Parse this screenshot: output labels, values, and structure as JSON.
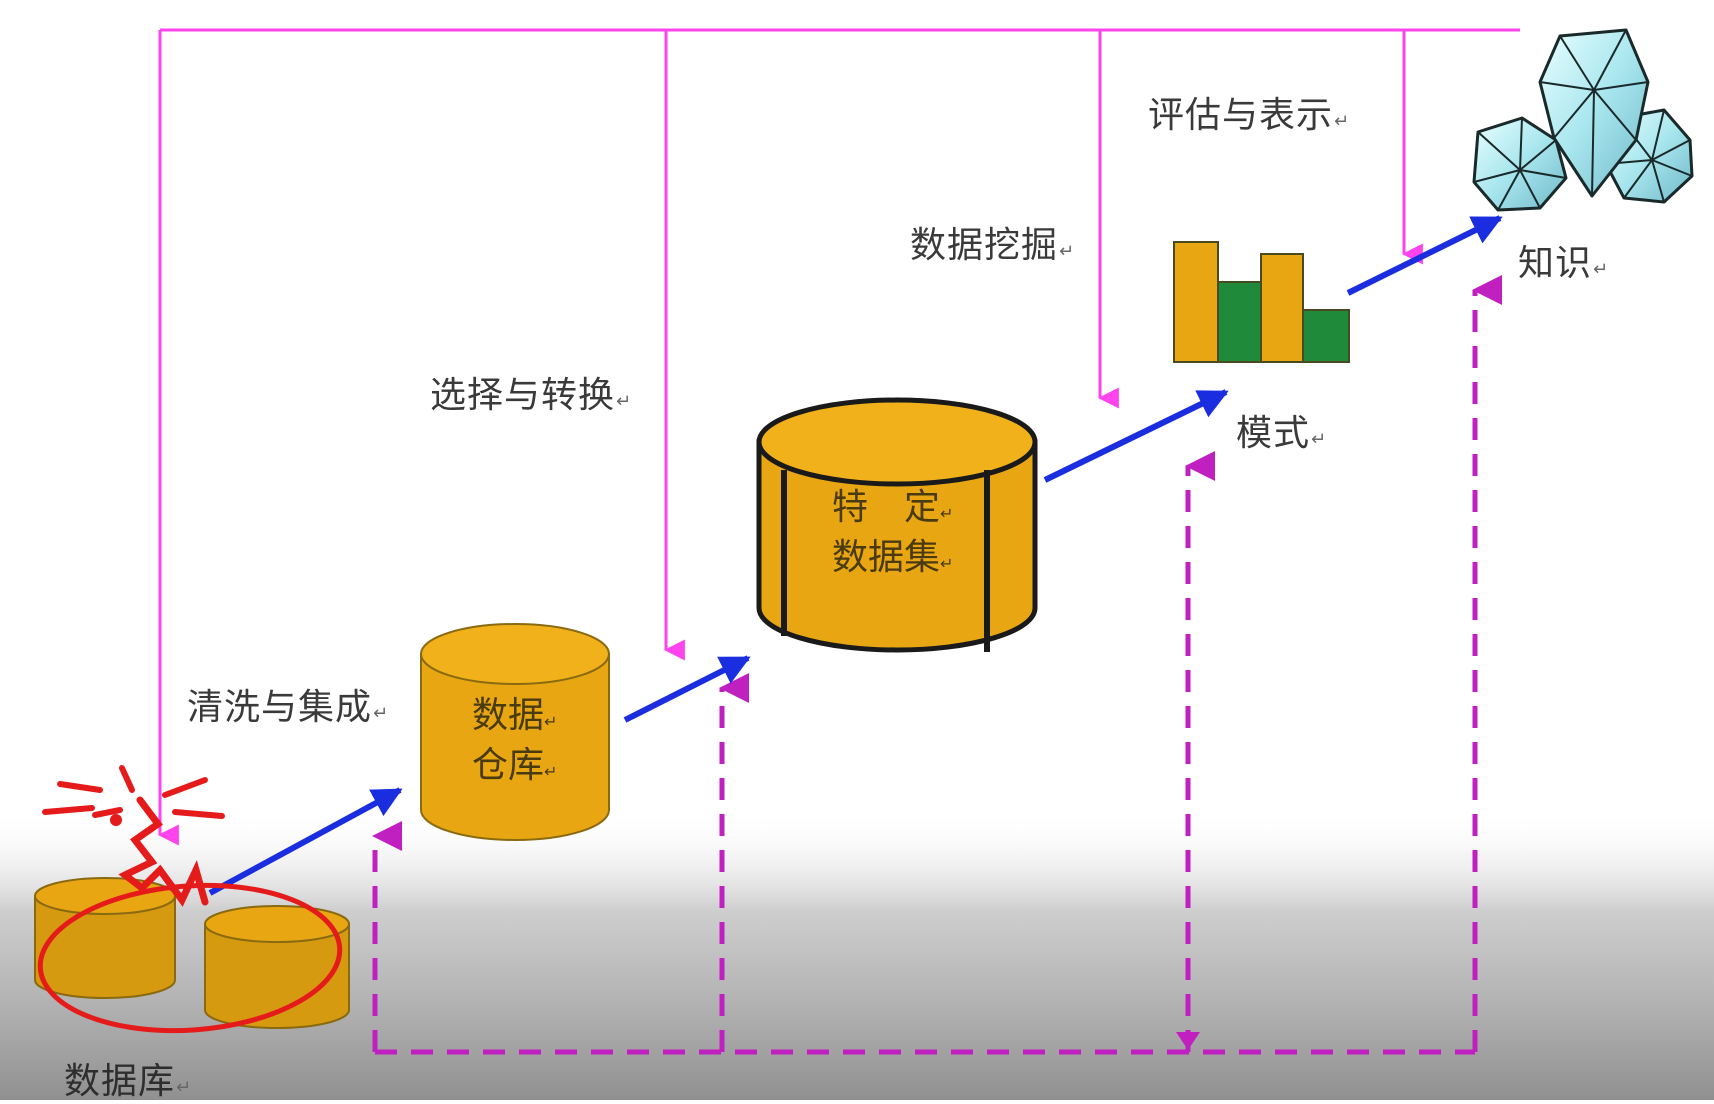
{
  "labels": {
    "clean_integrate": "清洗与集成",
    "select_transform": "选择与转换",
    "data_mining": "数据挖掘",
    "evaluate_present": "评估与表示",
    "knowledge": "知识",
    "pattern": "模式",
    "database": "数据库"
  },
  "warehouse": {
    "line1": "数据",
    "line2": "仓库"
  },
  "dataset": {
    "line1": "特　定",
    "line2": "数据集"
  },
  "paragraph_mark": "↵",
  "colors": {
    "pink_line": "#ff44ee",
    "dashed_purple": "#c020c0",
    "flow_arrow": "#1a2ee0",
    "cylinder_fill": "#e8a712",
    "bar_orange": "#e8a712",
    "bar_green": "#1e8a3a"
  },
  "icons": [
    "explosion-icon",
    "diamond-cluster-icon",
    "bar-chart-icon"
  ]
}
